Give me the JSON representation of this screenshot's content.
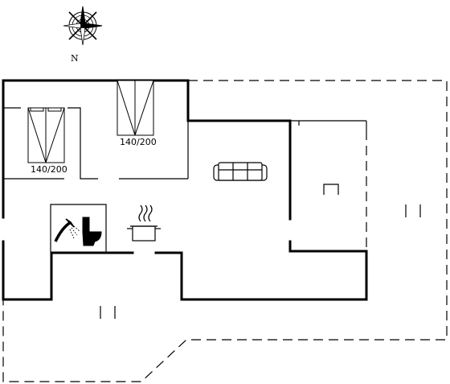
{
  "compass": {
    "north_label": "N"
  },
  "beds": [
    {
      "size_label": "140/200"
    },
    {
      "size_label": "140/200"
    }
  ],
  "colors": {
    "line": "#000000",
    "background": "#ffffff"
  },
  "icons": [
    "compass-rose-icon",
    "bed-icon",
    "sofa-icon",
    "shower-icon",
    "toilet-icon",
    "cooking-pot-icon",
    "chair-icon"
  ]
}
